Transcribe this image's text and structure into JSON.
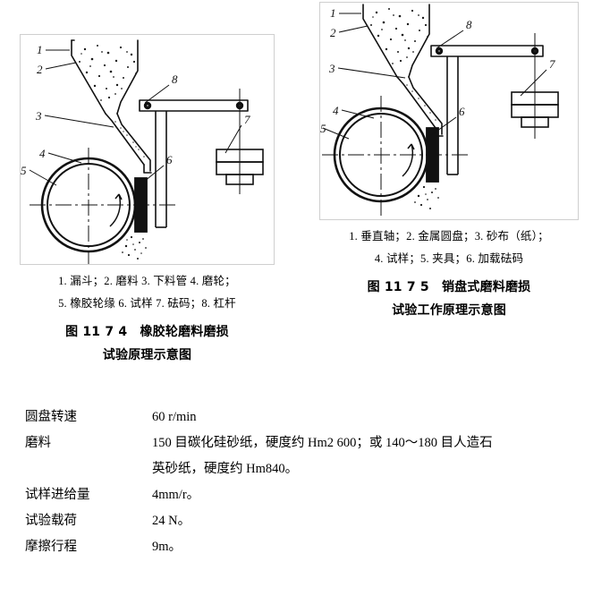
{
  "figures": [
    {
      "id": "figure-11-7-4",
      "diagram_name": "rubber-wheel-abrasive-wear-test-schematic",
      "parts_lines": [
        "1. 漏斗；2. 磨料 3. 下料管 4. 磨轮；",
        "5. 橡胶轮缘 6. 试样 7. 砝码；8. 杠杆"
      ],
      "title_lines": [
        "图 11 7 4　橡胶轮磨料磨损",
        "试验原理示意图"
      ],
      "callouts": [
        "1",
        "2",
        "3",
        "4",
        "5",
        "6",
        "7",
        "8"
      ]
    },
    {
      "id": "figure-11-7-5",
      "diagram_name": "pin-on-disc-abrasive-wear-test-schematic",
      "parts_lines": [
        "1. 垂直轴；2. 金属圆盘；3. 砂布（纸）；",
        "4. 试样；5. 夹具；6. 加载砝码"
      ],
      "title_lines": [
        "图 11 7 5　销盘式磨料磨损",
        "试验工作原理示意图"
      ],
      "callouts": [
        "1",
        "2",
        "3",
        "4",
        "5",
        "6",
        "7",
        "8"
      ]
    }
  ],
  "parameters": [
    {
      "label": "圆盘转速",
      "value_lines": [
        "60 r/min"
      ]
    },
    {
      "label": "磨料",
      "value_lines": [
        "150 目碳化硅砂纸，硬度约 Hm2 600；或 140～180 目人造石",
        "英砂纸，硬度约 Hm840。"
      ]
    },
    {
      "label": "试样进给量",
      "value_lines": [
        "4mm/r。"
      ]
    },
    {
      "label": "试验载荷",
      "value_lines": [
        "24 N。"
      ]
    },
    {
      "label": "摩擦行程",
      "value_lines": [
        "9m。"
      ]
    }
  ],
  "colors": {
    "ink": "#000000",
    "frame": "#cfcfcf",
    "page": "#ffffff"
  }
}
